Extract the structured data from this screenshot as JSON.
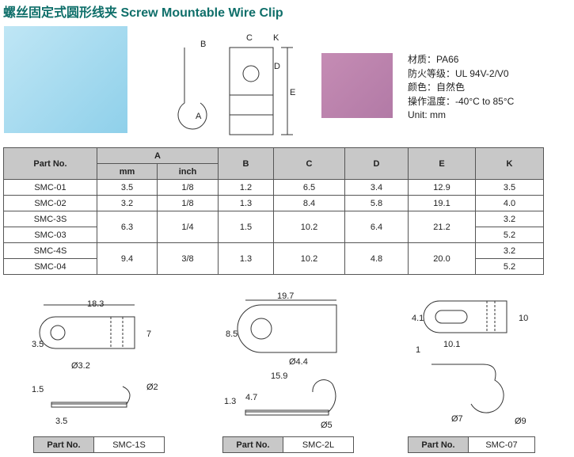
{
  "title": "螺丝固定式圆形线夹 Screw Mountable Wire Clip",
  "diagram_labels": {
    "A": "A",
    "B": "B",
    "C": "C",
    "D": "D",
    "E": "E",
    "K": "K"
  },
  "specs": [
    "材质：PA66",
    "防火等级：UL 94V-2/V0",
    "颜色：自然色",
    "操作温度：-40°C to 85°C",
    "Unit: mm"
  ],
  "table": {
    "headers": {
      "part": "Part No.",
      "A": "A",
      "mm": "mm",
      "inch": "inch",
      "B": "B",
      "C": "C",
      "D": "D",
      "E": "E",
      "K": "K"
    },
    "rows": [
      {
        "part": "SMC-01",
        "mm": "3.5",
        "inch": "1/8",
        "B": "1.2",
        "C": "6.5",
        "D": "3.4",
        "E": "12.9",
        "K": "3.5"
      },
      {
        "part": "SMC-02",
        "mm": "3.2",
        "inch": "1/8",
        "B": "1.3",
        "C": "8.4",
        "D": "5.8",
        "E": "19.1",
        "K": "4.0"
      },
      {
        "part": "SMC-3S",
        "mm": "6.3",
        "inch": "1/4",
        "B": "1.5",
        "C": "10.2",
        "D": "6.4",
        "E": "21.2",
        "K": "3.2"
      },
      {
        "part": "SMC-03",
        "K": "5.2"
      },
      {
        "part": "SMC-4S",
        "mm": "9.4",
        "inch": "3/8",
        "B": "1.3",
        "C": "10.2",
        "D": "4.8",
        "E": "20.0",
        "K": "3.2"
      },
      {
        "part": "SMC-04",
        "K": "5.2"
      }
    ]
  },
  "drawings": [
    {
      "dims": [
        "18.3",
        "3.5",
        "7",
        "Ø3.2",
        "1.5",
        "Ø2",
        "3.5"
      ],
      "part_label": "Part No.",
      "part": "SMC-1S"
    },
    {
      "dims": [
        "19.7",
        "8.5",
        "Ø4.4",
        "15.9",
        "4.7",
        "1.3",
        "Ø5"
      ],
      "part_label": "Part No.",
      "part": "SMC-2L"
    },
    {
      "dims": [
        "4.1",
        "10",
        "10.1",
        "1",
        "Ø7",
        "Ø9"
      ],
      "part_label": "Part No.",
      "part": "SMC-07"
    }
  ]
}
